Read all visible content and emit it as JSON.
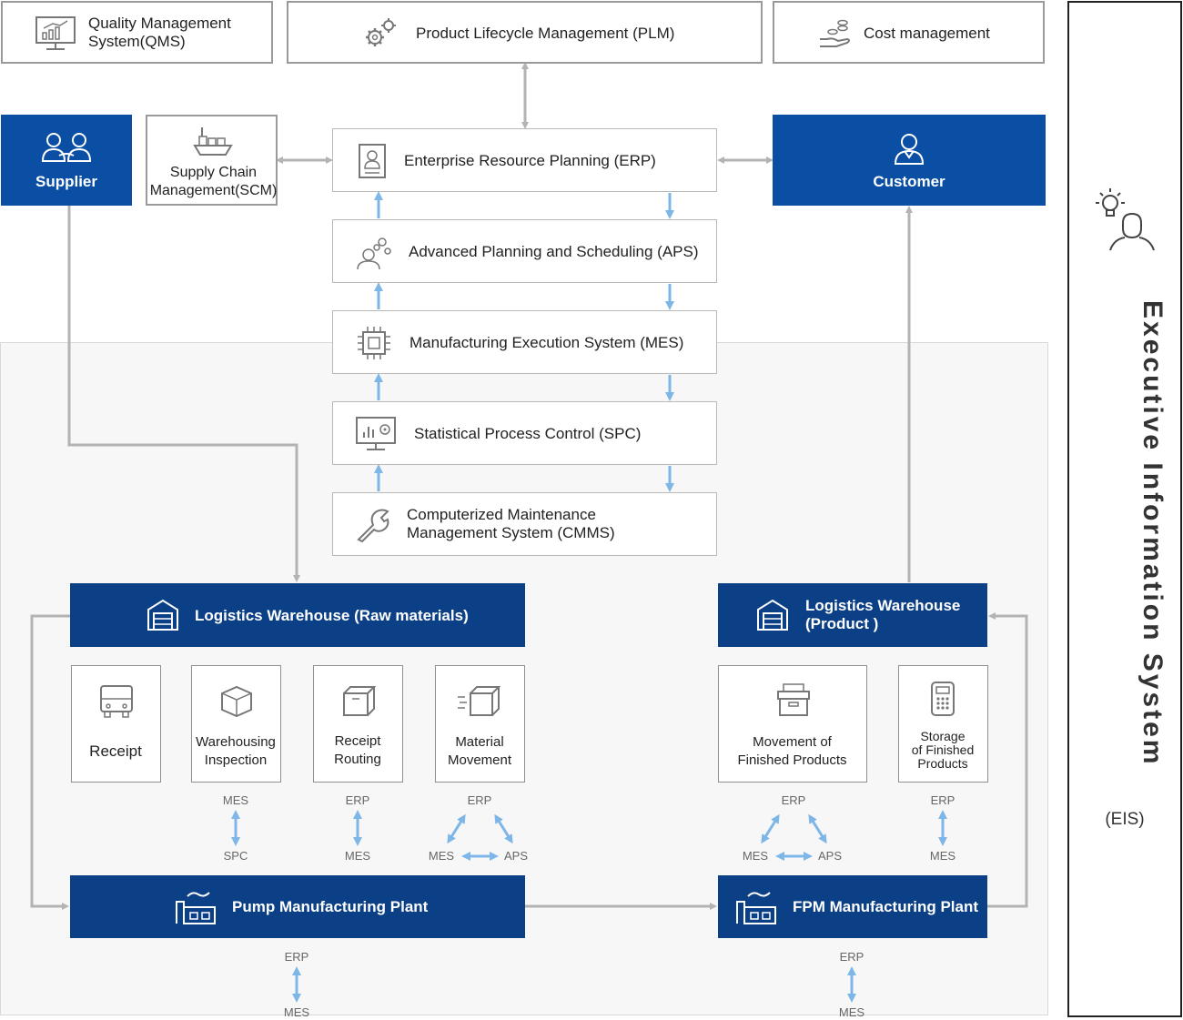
{
  "top_systems": {
    "qms_line1": "Quality Management",
    "qms_line2": "System(QMS)",
    "plm": "Product Lifecycle Management (PLM)",
    "cost": "Cost management"
  },
  "partners": {
    "supplier": "Supplier",
    "scm_line1": "Supply Chain",
    "scm_line2": "Management(SCM)",
    "customer": "Customer"
  },
  "stack": {
    "erp": "Enterprise Resource Planning (ERP)",
    "aps": "Advanced Planning and Scheduling (APS)",
    "mes": "Manufacturing Execution System (MES)",
    "spc": "Statistical Process Control (SPC)",
    "cmms_line1": "Computerized Maintenance",
    "cmms_line2": "Management System (CMMS)"
  },
  "warehouses": {
    "raw": "Logistics Warehouse (Raw materials)",
    "product_line1": "Logistics Warehouse",
    "product_line2": "(Product )"
  },
  "steps": {
    "receipt": "Receipt",
    "wh_insp_line1": "Warehousing",
    "wh_insp_line2": "Inspection",
    "routing_line1": "Receipt",
    "routing_line2": "Routing",
    "material_line1": "Material",
    "material_line2": "Movement",
    "movement_line1": "Movement of",
    "movement_line2": "Finished Products",
    "storage_line1": "Storage",
    "storage_line2": "of Finished",
    "storage_line3": "Products"
  },
  "links": {
    "wh_top": "MES",
    "wh_bottom": "SPC",
    "rr_top": "ERP",
    "rr_bottom": "MES",
    "mm_top": "ERP",
    "mm_left": "MES",
    "mm_right": "APS",
    "mf_top": "ERP",
    "mf_left": "MES",
    "mf_right": "APS",
    "st_top": "ERP",
    "st_bottom": "MES",
    "pump_top": "ERP",
    "pump_bottom": "MES",
    "fpm_top": "ERP",
    "fpm_bottom": "MES"
  },
  "plants": {
    "pump": "Pump Manufacturing Plant",
    "fpm": "FPM Manufacturing Plant"
  },
  "eis": {
    "title": "Executive Information System",
    "abbr": "(EIS)"
  },
  "colors": {
    "brand_blue": "#0a4fa4",
    "dark_blue": "#0b3f86",
    "arrow_gray": "#b3b3b3",
    "arrow_light_blue": "#7fb6e8"
  }
}
